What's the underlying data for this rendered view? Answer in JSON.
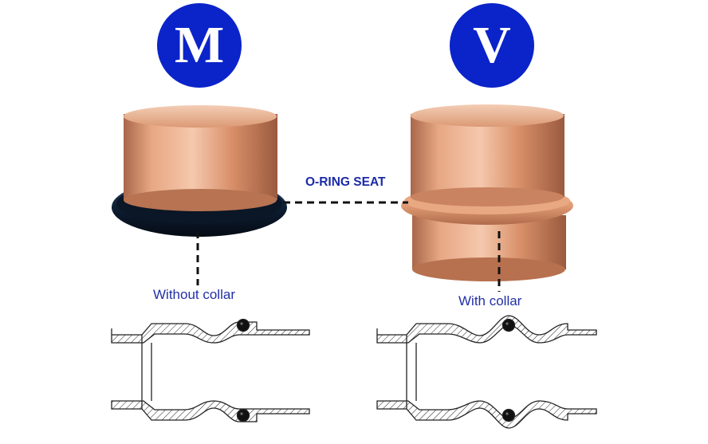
{
  "badges": {
    "left": "M",
    "right": "V"
  },
  "labels": {
    "oring_seat": "O-RING SEAT",
    "without_collar": "Without collar",
    "with_collar": "With collar"
  },
  "colors": {
    "badge": "#0b24c9",
    "label_text": "#2230a8",
    "copper": "#d58a5e",
    "oring": "#132235"
  }
}
